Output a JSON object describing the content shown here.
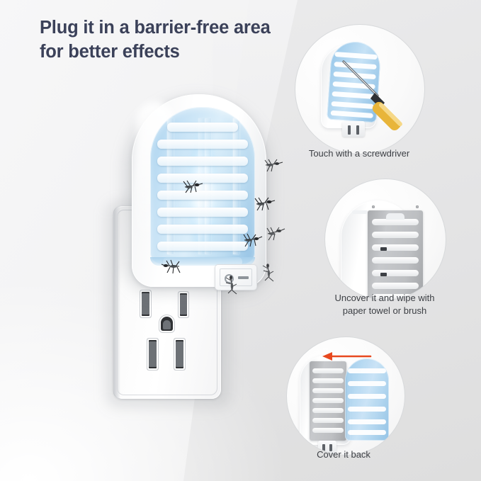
{
  "headline": {
    "line1": "Plug it in a barrier-free area",
    "line2": "for better effects",
    "color": "#3b4159"
  },
  "main_scene": {
    "name": "bug-zapper-plugged-into-wall-outlet",
    "device_label": "mosquito-killer-lamp",
    "switch": {
      "off_symbol": "O",
      "on_symbol": "I"
    },
    "outlet_label": "us-duplex-wall-outlet",
    "mosquito_count": 8
  },
  "callouts": [
    {
      "id": "step-1",
      "caption_line1": "Touch with a screwdriver",
      "caption_line2": "",
      "illustration": "device-with-screwdriver",
      "tool_color": "#e8b53a"
    },
    {
      "id": "step-2",
      "caption_line1": "Uncover it and wipe with",
      "caption_line2": "paper towel or brush",
      "illustration": "device-uncovered-grid",
      "tool_color": "#b9bbbe"
    },
    {
      "id": "step-3",
      "caption_line1": "Cover it back",
      "caption_line2": "",
      "illustration": "cover-sliding-back",
      "arrow_color": "#e8491f"
    }
  ],
  "palette": {
    "background_light": "#f5f5f6",
    "background_grey": "#e0e0e0",
    "cover_blue": "#8dc2e8",
    "caption_text": "#3c3f44"
  }
}
